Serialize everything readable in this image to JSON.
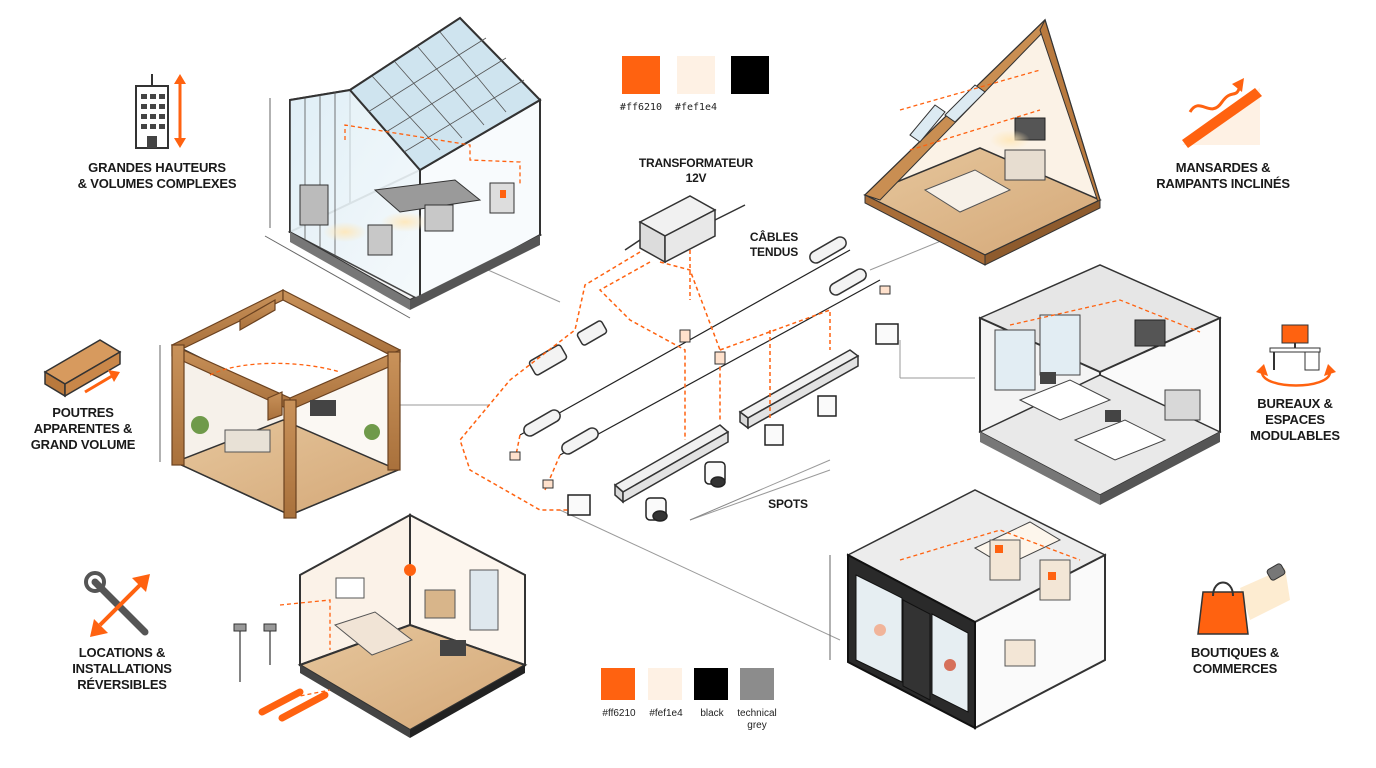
{
  "colors": {
    "orange": "#ff6210",
    "cream": "#fef1e4",
    "black": "#000000",
    "grey": "#8c8c8c"
  },
  "labels": {
    "grandes_hauteurs": [
      "GRANDES HAUTEURS",
      "& VOLUMES COMPLEXES"
    ],
    "poutres": [
      "POUTRES",
      "APPARENTES &",
      "GRAND VOLUME"
    ],
    "locations": [
      "LOCATIONS &",
      "INSTALLATIONS",
      "RÉVERSIBLES"
    ],
    "mansardes": [
      "MANSARDES &",
      "RAMPANTS INCLINÉS"
    ],
    "bureaux": [
      "BUREAUX &",
      "ESPACES",
      "MODULABLES"
    ],
    "boutiques": [
      "BOUTIQUES &",
      "COMMERCES"
    ],
    "transformateur": [
      "TRANSFORMATEUR",
      "12V"
    ],
    "cables": [
      "CÂBLES",
      "TENDUS"
    ],
    "spots": "SPOTS"
  },
  "palette_top": [
    "#ff6210",
    "#fef1e4"
  ],
  "palette_bottom": [
    "#ff6210",
    "#fef1e4",
    "black",
    [
      "technical",
      "grey"
    ]
  ],
  "icons": {
    "grandes_hauteurs": "building-height-icon",
    "poutres": "wooden-beam-icon",
    "locations": "tools-icon",
    "mansardes": "slope-icon",
    "bureaux": "desk-icon",
    "boutiques": "shopping-bag-spotlight-icon"
  }
}
